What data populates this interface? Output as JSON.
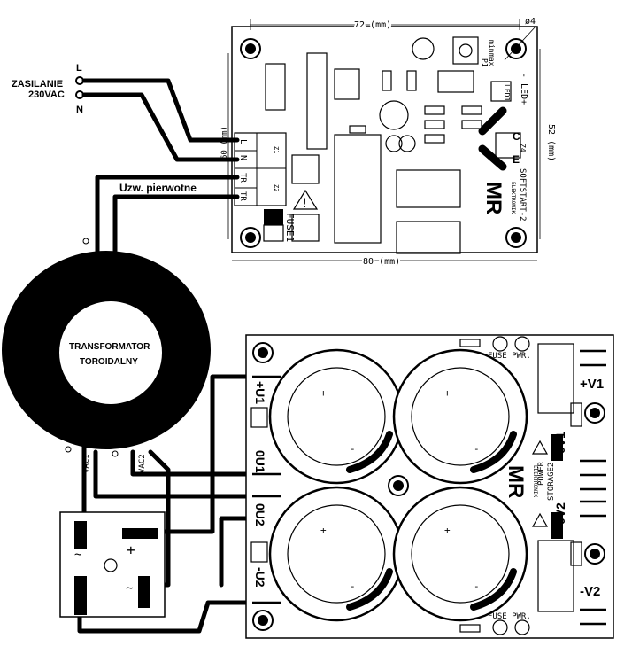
{
  "mains": {
    "title_line1": "ZASILANIE",
    "title_line2": "230VAC",
    "live": "L",
    "neutral": "N"
  },
  "softstart_board": {
    "dim_width_top": "72 (mm)",
    "dim_width_bottom": "80 (mm)",
    "dim_height_right": "52 (mm)",
    "dim_height_left": "60 (mm)",
    "hole_dia": "ø4",
    "pot_label_1": "P1",
    "pot_label_2": "min",
    "pot_label_3": "max",
    "term_L": "L",
    "term_N": "N",
    "term_TR1": "TR",
    "term_TR2": "TR",
    "z1": "Z1",
    "z2": "Z2",
    "fuse": "FUSE1",
    "led_label": "LED1",
    "led_terms": "- LED+",
    "c_label": "C",
    "e_label": "E",
    "z4": "Z4",
    "model": "SOFTSTART-2",
    "brand": "MR",
    "brand_sub": "ELEKTRONIK"
  },
  "primary_label": "Uzw. pierwotne",
  "transformer": {
    "line1": "TRANSFORMATOR",
    "line2": "TOROIDALNY",
    "vac1": "VAC1",
    "vac2": "VAC2"
  },
  "rectifier": {
    "plus": "+",
    "ac1": "~",
    "ac2": "~",
    "minus": "-"
  },
  "power_board": {
    "fuse_top": "FUSE PWR.",
    "fuse_bottom": "FUSE PWR.",
    "out_plus_v1": "+V1",
    "out_0v1": "0V1",
    "out_0v2": "0V2",
    "out_minus_v2": "-V2",
    "in_plus_v1": "+U1",
    "in_0v1": "0U1",
    "in_0v2": "0U2",
    "in_minus_v2": "-U2",
    "model_line1": "POWER",
    "model_line2": "STORAGE2",
    "brand": "MR",
    "brand_sub": "ELEKTRONIK",
    "cap_plus": "+",
    "cap_minus": "-"
  }
}
